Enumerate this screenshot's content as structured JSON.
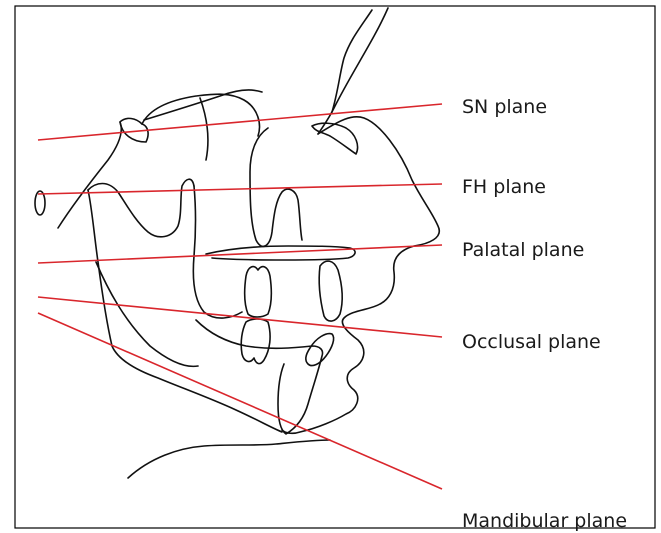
{
  "planes": [
    {
      "id": "sn",
      "label": "SN plane"
    },
    {
      "id": "fh",
      "label": "FH plane"
    },
    {
      "id": "palatal",
      "label": "Palatal plane"
    },
    {
      "id": "occlusal",
      "label": "Occlusal plane"
    },
    {
      "id": "mandibular",
      "label": "Mandibular plane"
    }
  ],
  "colors": {
    "plane_line": "#d9262c",
    "outline": "#111111"
  }
}
